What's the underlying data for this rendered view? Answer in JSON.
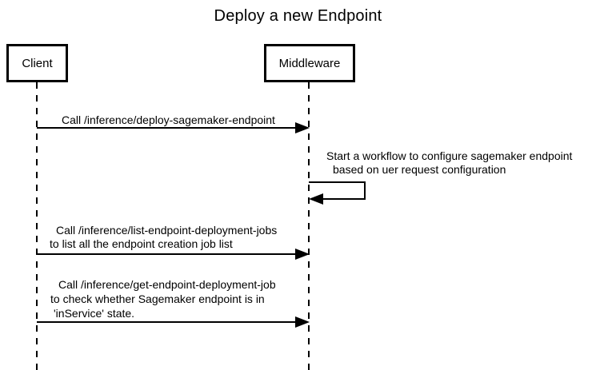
{
  "title": "Deploy a new Endpoint",
  "colors": {
    "stroke": "#000000",
    "text": "#000000",
    "background": "#ffffff"
  },
  "actors": [
    {
      "name": "Client"
    },
    {
      "name": "Middleware"
    }
  ],
  "messages": [
    {
      "from": "Client",
      "to": "Middleware",
      "type": "solid-arrow",
      "lines": [
        "Call /inference/deploy-sagemaker-endpoint"
      ]
    },
    {
      "from": "Middleware",
      "to": "Middleware",
      "type": "self-arrow",
      "lines": [
        "Start a workflow to configure sagemaker endpoint",
        "based on uer request configuration"
      ]
    },
    {
      "from": "Client",
      "to": "Middleware",
      "type": "solid-arrow",
      "lines": [
        "Call /inference/list-endpoint-deployment-jobs",
        "to list all the endpoint creation job list"
      ]
    },
    {
      "from": "Client",
      "to": "Middleware",
      "type": "solid-arrow",
      "lines": [
        "Call /inference/get-endpoint-deployment-job",
        "to check whether Sagemaker endpoint is in",
        "'inService' state."
      ]
    }
  ]
}
